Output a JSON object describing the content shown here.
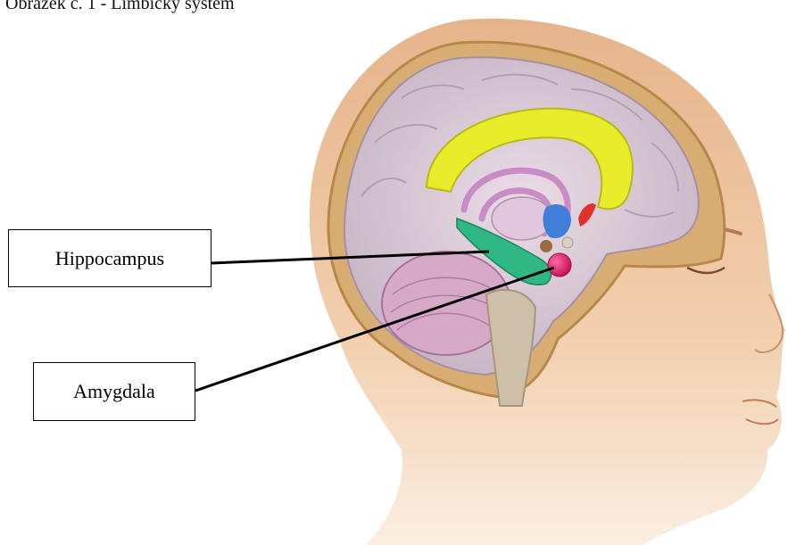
{
  "figure": {
    "caption": "Obrázek č. 1 - Limbický systém",
    "labels": {
      "hippocampus": "Hippocampus",
      "amygdala": "Amygdala"
    }
  },
  "colors": {
    "skin": "#f0c9a4",
    "skin_shadow": "#d9a47c",
    "skull": "#c99a5c",
    "brain": "#d9c9d4",
    "cingulate": "#e9ec2b",
    "hippocampus": "#2fb883",
    "amygdala": "#e21a66",
    "fornix": "#c98cc6",
    "ventricle": "#3f7fd9",
    "accent_red": "#e0322a"
  }
}
